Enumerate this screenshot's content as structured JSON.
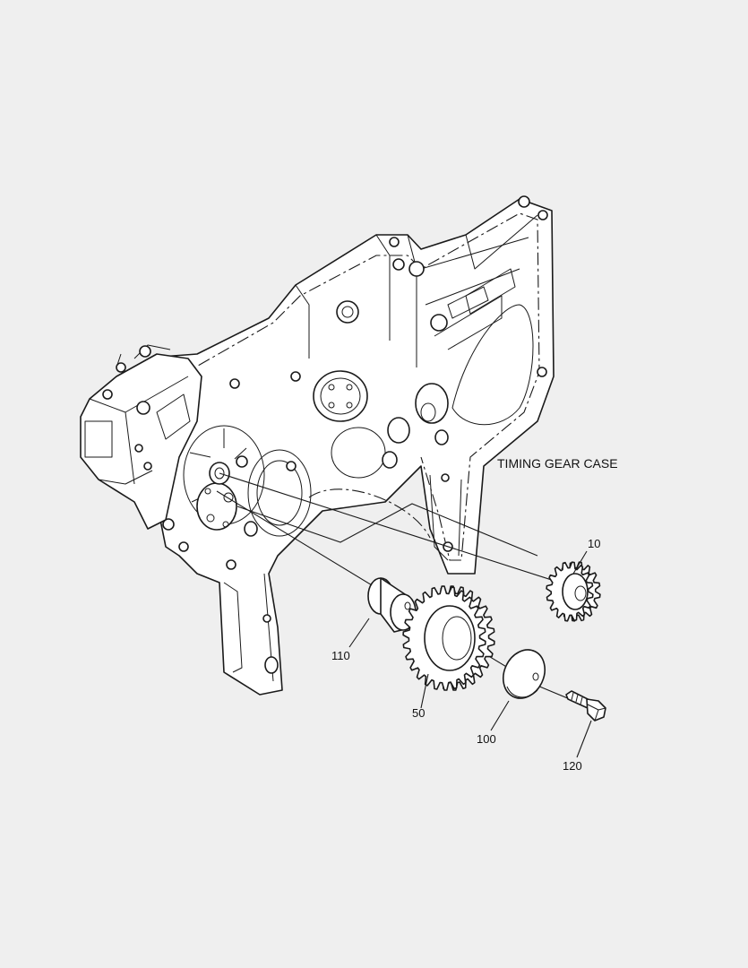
{
  "diagram": {
    "assembly_label": "TIMING GEAR CASE",
    "callouts": {
      "c10": "10",
      "c110": "110",
      "c50": "50",
      "c100": "100",
      "c120": "120"
    }
  }
}
